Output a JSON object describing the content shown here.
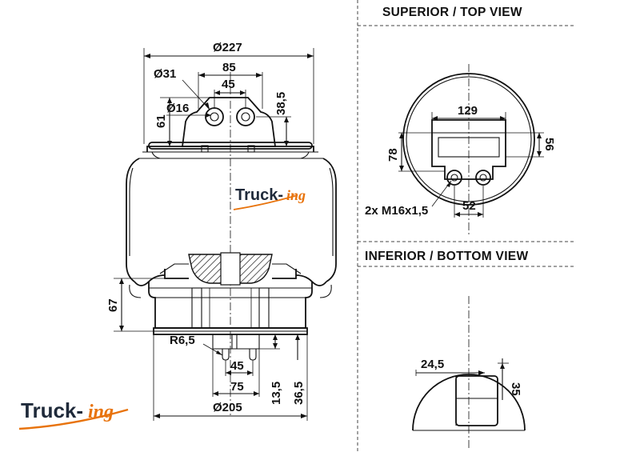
{
  "brand": {
    "name_main": "Truck-",
    "name_suffix": "ing",
    "colors": {
      "main": "#1f2a3a",
      "accent": "#e8730c"
    }
  },
  "views": {
    "top_title": "SUPERIOR / TOP VIEW",
    "bottom_title": "INFERIOR / BOTTOM VIEW"
  },
  "side_view": {
    "dim_overall_diameter": "Ø227",
    "dim_bolt_distance_85": "85",
    "dim_bolt_distance_45": "45",
    "dim_diameter_31": "Ø31",
    "dim_diameter_16": "Ø16",
    "dim_height_38_5": "38,5",
    "dim_height_61": "61",
    "dim_height_67": "67",
    "dim_radius": "R6,5",
    "dim_bottom_45": "45",
    "dim_bottom_75": "75",
    "dim_bottom_13_5": "13,5",
    "dim_bottom_36_5": "36,5",
    "dim_bottom_diameter": "Ø205"
  },
  "top_view": {
    "dim_width_129": "129",
    "dim_height_78": "78",
    "dim_height_56": "56",
    "dim_spacing_52": "52",
    "thread_note": "2x M16x1,5"
  },
  "bottom_view": {
    "dim_24_5": "24,5",
    "dim_35": "35"
  }
}
